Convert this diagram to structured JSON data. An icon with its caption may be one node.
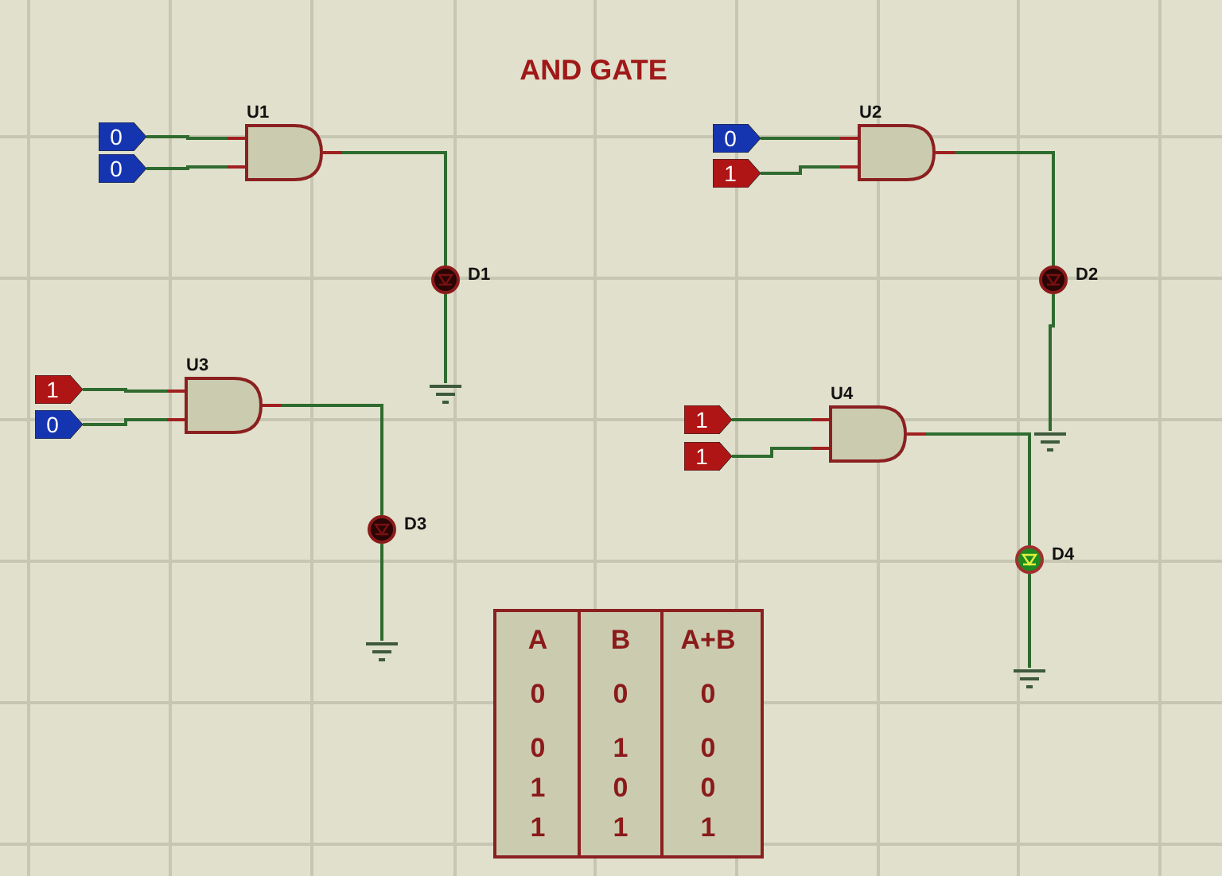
{
  "diagram": {
    "title": "AND GATE",
    "nodes": [
      {
        "text": [
          "0"
        ]
      },
      {
        "text": [
          "0"
        ]
      },
      {
        "text": [
          "U1"
        ]
      },
      {
        "text": [
          "D1"
        ]
      },
      {
        "text": [],
        "shape": "ground"
      },
      {
        "text": [
          "0"
        ]
      },
      {
        "text": [
          "1"
        ]
      },
      {
        "text": [
          "U2"
        ]
      },
      {
        "text": [
          "D2"
        ]
      },
      {
        "text": [],
        "shape": "ground"
      },
      {
        "text": [
          "1"
        ]
      },
      {
        "text": [
          "0"
        ]
      },
      {
        "text": [
          "U3"
        ]
      },
      {
        "text": [
          "D3"
        ]
      },
      {
        "text": [],
        "shape": "ground"
      },
      {
        "text": [
          "1"
        ]
      },
      {
        "text": [
          "1"
        ]
      },
      {
        "text": [
          "U4"
        ]
      },
      {
        "text": [
          "D4"
        ]
      },
      {
        "text": [],
        "shape": "ground"
      }
    ],
    "edges": [
      {
        "from": 0,
        "to": 2,
        "arrow": "none"
      },
      {
        "from": 1,
        "to": 2,
        "arrow": "none"
      },
      {
        "from": 2,
        "to": 3,
        "arrow": "none"
      },
      {
        "from": 3,
        "to": 4,
        "arrow": "none"
      },
      {
        "from": 5,
        "to": 7,
        "arrow": "none"
      },
      {
        "from": 6,
        "to": 7,
        "arrow": "none"
      },
      {
        "from": 7,
        "to": 8,
        "arrow": "none"
      },
      {
        "from": 8,
        "to": 9,
        "arrow": "none"
      },
      {
        "from": 10,
        "to": 12,
        "arrow": "none"
      },
      {
        "from": 11,
        "to": 12,
        "arrow": "none"
      },
      {
        "from": 12,
        "to": 13,
        "arrow": "none"
      },
      {
        "from": 13,
        "to": 14,
        "arrow": "none"
      },
      {
        "from": 15,
        "to": 17,
        "arrow": "none"
      },
      {
        "from": 16,
        "to": 17,
        "arrow": "none"
      },
      {
        "from": 17,
        "to": 18,
        "arrow": "none"
      },
      {
        "from": 18,
        "to": 19,
        "arrow": "none"
      }
    ],
    "labels": [
      "A",
      "B",
      "A+B",
      "0",
      "0",
      "0",
      "0",
      "1",
      "0",
      "1",
      "0",
      "0",
      "1",
      "1",
      "1"
    ]
  }
}
